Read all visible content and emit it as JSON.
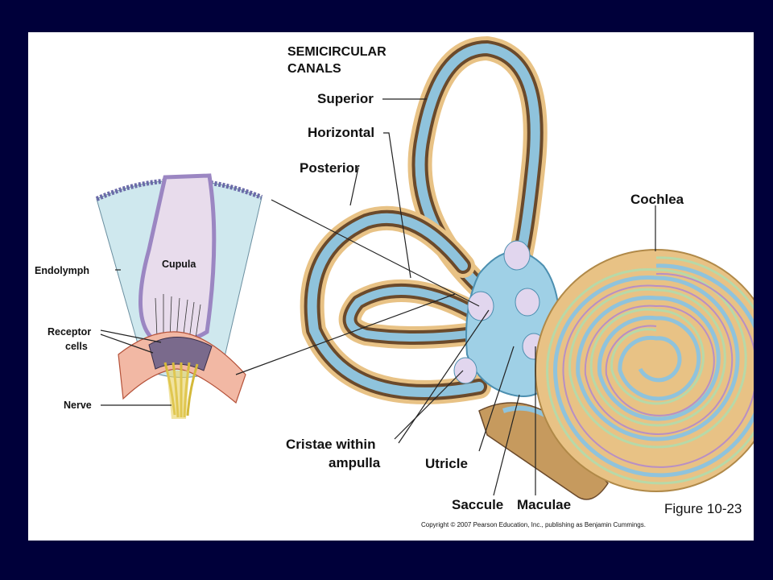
{
  "labels": {
    "semicircular_line1": "SEMICIRCULAR",
    "semicircular_line2": "CANALS",
    "superior": "Superior",
    "horizontal": "Horizontal",
    "posterior": "Posterior",
    "cochlea": "Cochlea",
    "endolymph": "Endolymph",
    "cupula": "Cupula",
    "receptor_line1": "Receptor",
    "receptor_line2": "cells",
    "nerve": "Nerve",
    "cristae_line1": "Cristae  within",
    "cristae_line2": "ampulla",
    "utricle": "Utricle",
    "saccule": "Saccule",
    "maculae": "Maculae"
  },
  "figure_label": "Figure 10-23",
  "copyright": "Copyright © 2007 Pearson Education, Inc., publishing as Benjamin Cummings.",
  "colors": {
    "background": "#00003a",
    "panel": "#ffffff",
    "canal_outer": "#e8c285",
    "canal_mid": "#6b4a2b",
    "canal_inner": "#8fc3dc",
    "endolymph": "#cfe8ee",
    "cupula": "#e8dcec",
    "cupula_edge": "#9b86c2",
    "tissue": "#f2b8a4",
    "nerve": "#e8d060"
  }
}
